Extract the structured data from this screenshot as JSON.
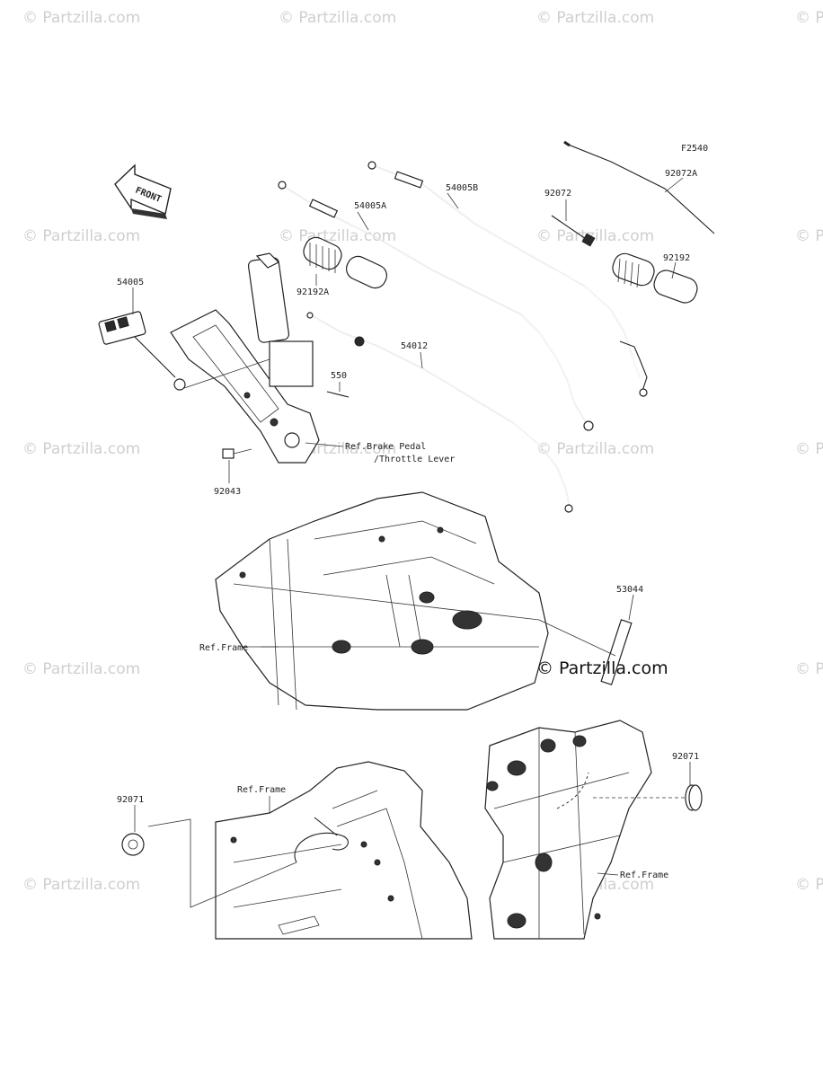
{
  "figure_code": "F2540",
  "front_arrow_text": "FRONT",
  "watermark_text": "© Partzilla.com",
  "brand_text": "© Partzilla.com",
  "parts": {
    "p54005": "54005",
    "p54005A": "54005A",
    "p54005B": "54005B",
    "p92072": "92072",
    "p92072A": "92072A",
    "p92192": "92192",
    "p92192A": "92192A",
    "p54012": "54012",
    "p550": "550",
    "p92043": "92043",
    "p53044": "53044",
    "p92071_left": "92071",
    "p92071_right": "92071"
  },
  "references": {
    "brake_pedal_line1": "Ref.Brake Pedal",
    "brake_pedal_line2": "/Throttle Lever",
    "frame_middle": "Ref.Frame",
    "frame_bottom_left": "Ref.Frame",
    "frame_bottom_right": "Ref.Frame"
  }
}
